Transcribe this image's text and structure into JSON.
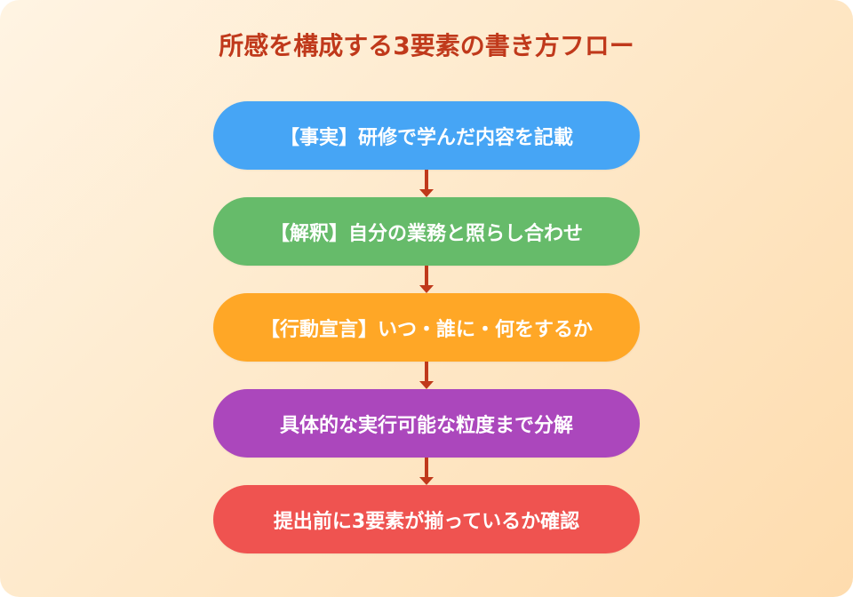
{
  "title": "所感を構成する3要素の書き方フロー",
  "colors": {
    "title": "#c0391b",
    "arrow": "#c0391b",
    "background_start": "#fff4e3",
    "background_end": "#fedcae"
  },
  "steps": [
    {
      "label": "【事実】研修で学んだ内容を記載",
      "color": "#46a5f5"
    },
    {
      "label": "【解釈】自分の業務と照らし合わせ",
      "color": "#66bb6a"
    },
    {
      "label": "【行動宣言】いつ・誰に・何をするか",
      "color": "#ffa726"
    },
    {
      "label": "具体的な実行可能な粒度まで分解",
      "color": "#ab47bc"
    },
    {
      "label": "提出前に3要素が揃っているか確認",
      "color": "#ef5350"
    }
  ],
  "connectors": [
    {
      "from": 1,
      "to": 2,
      "icon": "arrow-down-icon"
    },
    {
      "from": 2,
      "to": 3,
      "icon": "arrow-down-icon"
    },
    {
      "from": 3,
      "to": 4,
      "icon": "arrow-down-icon"
    },
    {
      "from": 4,
      "to": 5,
      "icon": "arrow-down-icon"
    }
  ]
}
